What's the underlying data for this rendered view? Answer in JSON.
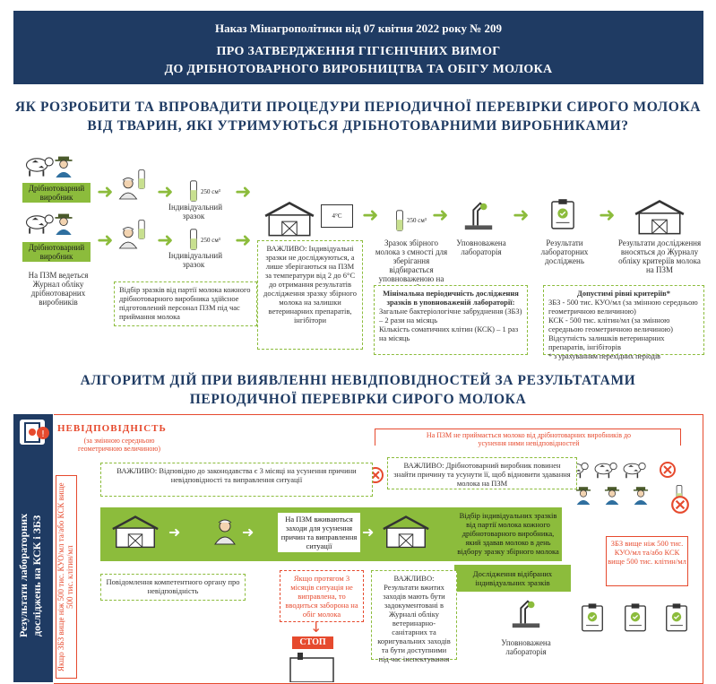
{
  "header": {
    "line1": "Наказ Мінагрополітики від 07 квітня 2022 року № 209",
    "line2": "ПРО ЗАТВЕРДЖЕННЯ ГІГІЄНІЧНИХ ВИМОГ",
    "line3": "ДО ДРІБНОТОВАРНОГО ВИРОБНИЦТВА ТА ОБІГУ МОЛОКА"
  },
  "section1": {
    "title_line1": "ЯК РОЗРОБИТИ ТА ВПРОВАДИТИ ПРОЦЕДУРИ ПЕРІОДИЧНОЇ ПЕРЕВІРКИ СИРОГО МОЛОКА",
    "title_line2": "ВІД ТВАРИН, ЯКІ УТРИМУЮТЬСЯ ДРІБНОТОВАРНИМИ ВИРОБНИКАМИ?",
    "producer_label": "Дрібнотоварний виробник",
    "sample_label": "Індивідуальний зразок",
    "vol_label": "250 см³",
    "temp_label": "4°C",
    "journal_note": "На ПЗМ ведеться Журнал обліку дрібнотоварних виробників",
    "sampling_note": "Відбір зразків від партії молока кожного дрібнотоварного виробника здійсное підготовлений персонал ПЗМ під час приймання молока",
    "important_box": "ВАЖЛИВО: Індивідуальні зразки не досліджуються, а лише зберігаються на ПЗМ за температури від 2 до 6°С до отримання результатів дослідження зразку збірного молока на залишки ветеринарних препаратів, інгібітори",
    "pooled_sample": "Зразок збірного молока з ємності для зберігання відбирається уповноваженою на це особою",
    "lab_label": "Уповноважена лабораторія",
    "results_label": "Результати лабораторних досліджень",
    "results_journal": "Результати дослідження вносяться до Журналу обліку критеріїв молока на ПЗМ",
    "min_freq_title": "Мінімальна періодичність дослідження зразків в уповноваженій лабораторії:",
    "min_freq_items": [
      "Загальне бактеріологічне забруднення (ЗБЗ) – 2 рази на місяць",
      "Кількість соматичних клітин (КСК) – 1 раз на місяць"
    ],
    "criteria_title": "Допустимі рівні критеріїв*",
    "criteria_items": [
      "ЗБЗ - 500 тис. КУО/мл (за змінною середньою геометричною величиною)",
      "КСК - 500 тис. клітин/мл (за змінною середньою геометричною величиною)",
      "Відсутність залишків ветеринарних препаратів, інгібіторів"
    ],
    "footnote": "* з урахуванням перехідних періодів"
  },
  "section2": {
    "title_line1": "АЛГОРИТМ ДІЙ ПРИ ВИЯВЛЕННІ НЕВІДПОВІДНОСТЕЙ ЗА РЕЗУЛЬТАТАМИ",
    "title_line2": "ПЕРІОДИЧНОЇ ПЕРЕВІРКИ СИРОГО МОЛОКА",
    "side_title": "Результати лабораторних досліджень на КСК і ЗБЗ",
    "side_red": "Якщо ЗБЗ вище ніж 500 тис. КУО/мл та/або КСК вище 500 тис. клітин/мл",
    "nonconformity": "НЕВІДПОВІДНІСТЬ",
    "nonconformity_sub": "(за змінною середньою геометричною величиною)",
    "top_red_note": "На ПЗМ не приймається молоко від дрібнотоварних виробників до усунення ними невідповідностей",
    "important1": "ВАЖЛИВО: Відповідно до законодавства є 3 місяці на усунення причини невідповідності та виправлення ситуації",
    "important2": "ВАЖЛИВО: Дрібнотоварний виробник повинен знайти причину та усунути її, щоб відновити здавання молока на ПЗМ",
    "measures": "На ПЗМ вживаються заходи для усунення причин та виправлення ситуації",
    "selection": "Відбір індивідуальних зразків від партії молока кожного дрібнотоварного виробника, який здавав молоко в день відбору зразку збірного молока",
    "research": "Дослідження відібраних індивідуальних зразків",
    "notify": "Повідомлення компетентного органу про невідповідність",
    "three_months": "Якщо протягом 3 місяців ситуація не виправлена, то вводиться заборона на обіг молока",
    "important3": "ВАЖЛИВО: Результати вжитих заходів мають бути задокументовані в Журналі обліку ветеринарно-санітарних та коригувальних заходів та бути доступними під час інспектування",
    "right_red": "ЗБЗ вище ніж 500 тис. КУО/мл та/або КСК вище 500 тис. клітин/мл",
    "lab_label": "Уповноважена лабораторія",
    "stop": "СТОП"
  },
  "colors": {
    "navy": "#1f3b63",
    "green": "#8cbc3c",
    "red": "#e64a2e"
  }
}
